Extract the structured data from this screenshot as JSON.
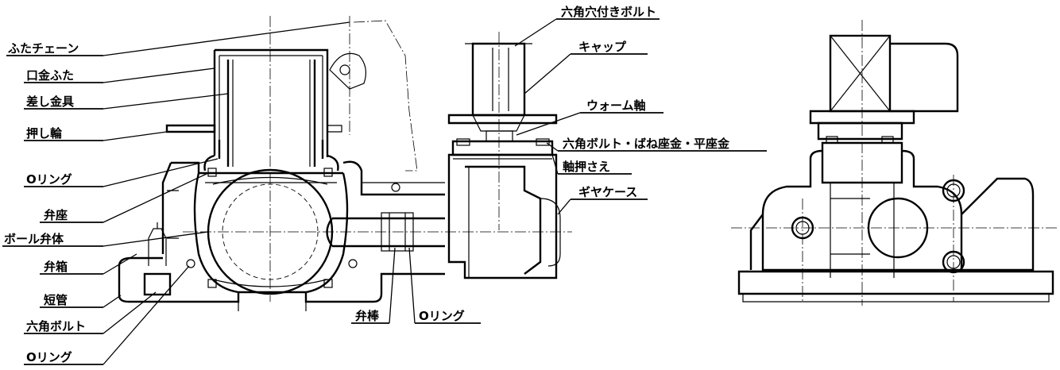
{
  "labels": {
    "futa_chain": "ふたチェーン",
    "kuchigane_futa": "口金ふた",
    "sashi_kanagu": "差し金具",
    "oshi_wa": "押し輪",
    "o_ring_1": "Oリング",
    "ben_za": "弁座",
    "ball_bentai": "ボール弁体",
    "ben_bako": "弁箱",
    "tankan": "短管",
    "rokkaku_bolt": "六角ボルト",
    "o_ring_2": "Oリング",
    "ben_bou": "弁棒",
    "o_ring_3": "Oリング",
    "rokkaku_ana_bolt": "六角穴付きボルト",
    "cap": "キャップ",
    "worm_jiku": "ウォーム軸",
    "rokkaku_bolt_washers": "六角ボルト・ばね座金・平座金",
    "jiku_osae": "軸押さえ",
    "gear_case": "ギヤケース"
  }
}
